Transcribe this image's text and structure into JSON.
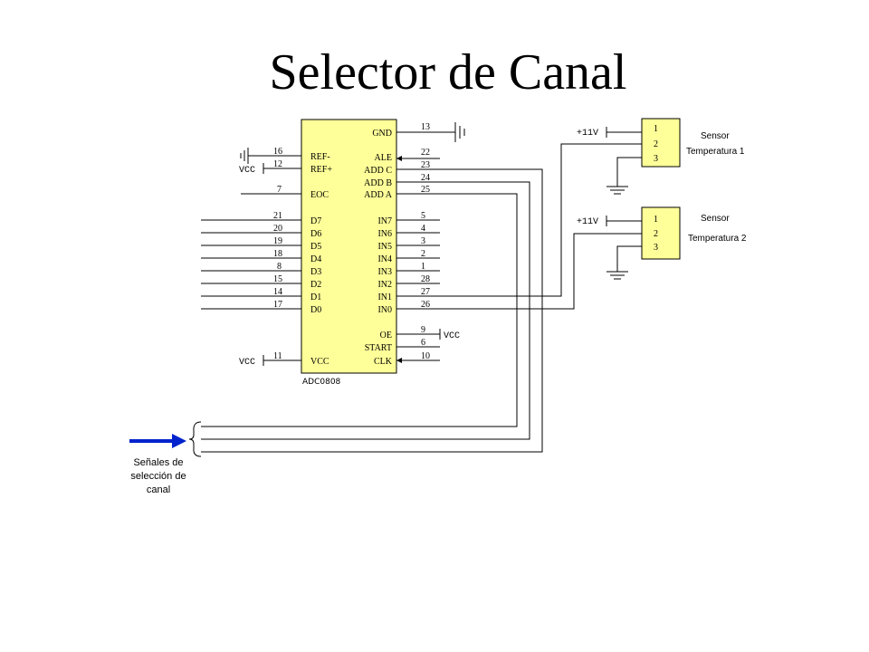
{
  "title": "Selector de Canal",
  "colors": {
    "chip_fill": "#ffff99",
    "wire": "#000000",
    "arrow": "#0022cc"
  },
  "chip": {
    "name": "ADC0808",
    "left_pins": [
      {
        "num": "16",
        "label": "REF-"
      },
      {
        "num": "12",
        "label": "REF+"
      },
      {
        "num": "7",
        "label": "EOC"
      },
      {
        "num": "21",
        "label": "D7"
      },
      {
        "num": "20",
        "label": "D6"
      },
      {
        "num": "19",
        "label": "D5"
      },
      {
        "num": "18",
        "label": "D4"
      },
      {
        "num": "8",
        "label": "D3"
      },
      {
        "num": "15",
        "label": "D2"
      },
      {
        "num": "14",
        "label": "D1"
      },
      {
        "num": "17",
        "label": "D0"
      },
      {
        "num": "11",
        "label": "VCC"
      }
    ],
    "right_pins": [
      {
        "num": "13",
        "label": "GND"
      },
      {
        "num": "22",
        "label": "ALE"
      },
      {
        "num": "23",
        "label": "ADD C"
      },
      {
        "num": "24",
        "label": "ADD B"
      },
      {
        "num": "25",
        "label": "ADD A"
      },
      {
        "num": "5",
        "label": "IN7"
      },
      {
        "num": "4",
        "label": "IN6"
      },
      {
        "num": "3",
        "label": "IN5"
      },
      {
        "num": "2",
        "label": "IN4"
      },
      {
        "num": "1",
        "label": "IN3"
      },
      {
        "num": "28",
        "label": "IN2"
      },
      {
        "num": "27",
        "label": "IN1"
      },
      {
        "num": "26",
        "label": "IN0"
      },
      {
        "num": "9",
        "label": "OE"
      },
      {
        "num": "6",
        "label": "START"
      },
      {
        "num": "10",
        "label": "CLK"
      }
    ]
  },
  "labels": {
    "vcc_ref": "VCC",
    "vcc_oe": "VCC",
    "vcc_pin11": "VCC"
  },
  "sensors": [
    {
      "supply": "+11V",
      "pins": [
        "1",
        "2",
        "3"
      ],
      "name_line1": "Sensor",
      "name_line2": "Temperatura 1"
    },
    {
      "supply": "+11V",
      "pins": [
        "1",
        "2",
        "3"
      ],
      "name_line1": "Sensor",
      "name_line2": "Temperatura 2"
    }
  ],
  "caption": [
    "Señales de",
    "selección de",
    "canal"
  ]
}
